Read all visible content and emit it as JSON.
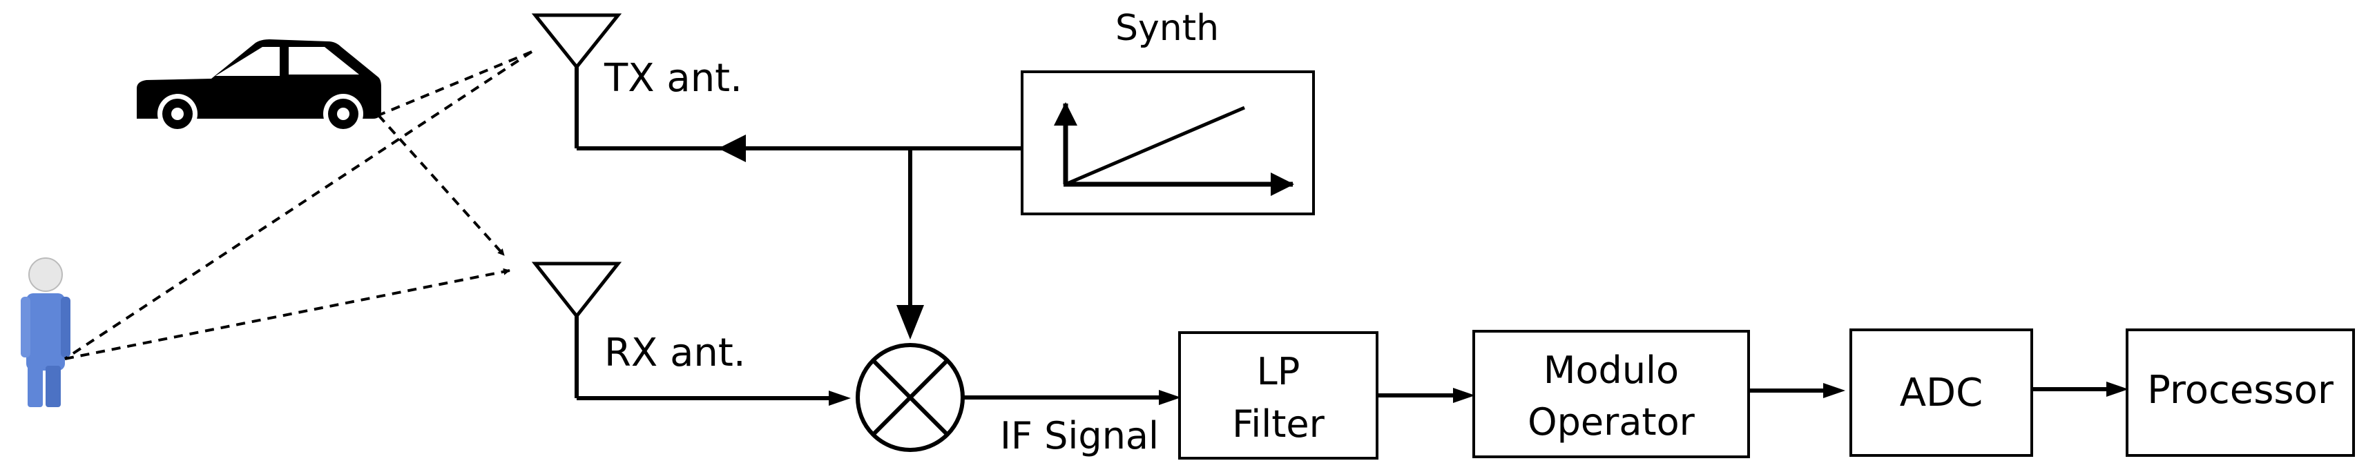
{
  "labels": {
    "synth": "Synth",
    "tx_antenna": "TX ant.",
    "rx_antenna": "RX ant.",
    "if_signal": "IF Signal",
    "lp_filter_line1": "LP",
    "lp_filter_line2": "Filter",
    "modulo_line1": "Modulo",
    "modulo_line2": "Operator",
    "adc": "ADC",
    "processor": "Processor"
  },
  "icons": {
    "car": "car-icon",
    "person": "person-icon",
    "tx_antenna": "antenna-icon",
    "rx_antenna": "antenna-icon",
    "mixer": "mixer-icon",
    "synth_ramp": "chirp-ramp-icon"
  },
  "colors": {
    "stroke": "#000000",
    "background": "#ffffff",
    "person_blue": "#5f86d8",
    "person_skin": "#e7e7e7"
  }
}
